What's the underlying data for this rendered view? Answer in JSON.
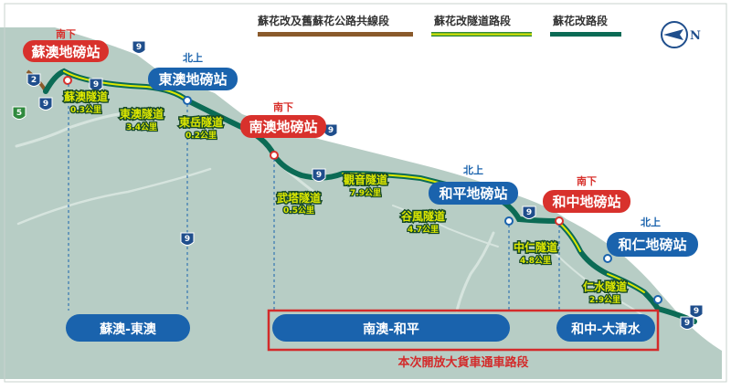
{
  "legend": [
    {
      "label": "蘇花改及舊蘇花公路共線段",
      "color": "#8a5a2b",
      "style": "solid"
    },
    {
      "label": "蘇花改隧道路段",
      "color": "#2f8a3e",
      "style": "tunnel"
    },
    {
      "label": "蘇花改路段",
      "color": "#0b6b55",
      "style": "solid"
    }
  ],
  "compass": {
    "label": "N",
    "icon": "north-arrow-icon"
  },
  "stations": [
    {
      "name": "蘇澳地磅站",
      "direction": "南下",
      "color": "#d8312c"
    },
    {
      "name": "東澳地磅站",
      "direction": "北上",
      "color": "#1a63ad"
    },
    {
      "name": "南澳地磅站",
      "direction": "南下",
      "color": "#d8312c"
    },
    {
      "name": "和平地磅站",
      "direction": "北上",
      "color": "#1a63ad"
    },
    {
      "name": "和中地磅站",
      "direction": "南下",
      "color": "#d8312c"
    },
    {
      "name": "和仁地磅站",
      "direction": "北上",
      "color": "#1a63ad"
    }
  ],
  "tunnels": [
    {
      "name": "蘇澳隧道",
      "length": "0.3公里"
    },
    {
      "name": "東澳隧道",
      "length": "3.4公里"
    },
    {
      "name": "東岳隧道",
      "length": "0.2公里"
    },
    {
      "name": "武塔隧道",
      "length": "0.5公里"
    },
    {
      "name": "觀音隧道",
      "length": "7.9公里"
    },
    {
      "name": "谷風隧道",
      "length": "4.7公里"
    },
    {
      "name": "中仁隧道",
      "length": "4.8公里"
    },
    {
      "name": "仁水隧道",
      "length": "2.9公里"
    }
  ],
  "route_markers": [
    "2",
    "5",
    "9",
    "9",
    "9",
    "9",
    "9",
    "9",
    "9",
    "9",
    "9"
  ],
  "segments": [
    {
      "label": "蘇澳-東澳"
    },
    {
      "label": "南澳-和平"
    },
    {
      "label": "和中-大清水"
    }
  ],
  "caption": "本次開放大貨車通車路段",
  "colors": {
    "sea": "#ffffff",
    "land": "#b7cdc5",
    "river": "#d6e4de",
    "south_station": "#d8312c",
    "north_station": "#1a63ad",
    "segment_pill": "#1a63ad",
    "highlight_box": "#d32b2b",
    "route_shield": "#1f4e8c"
  }
}
